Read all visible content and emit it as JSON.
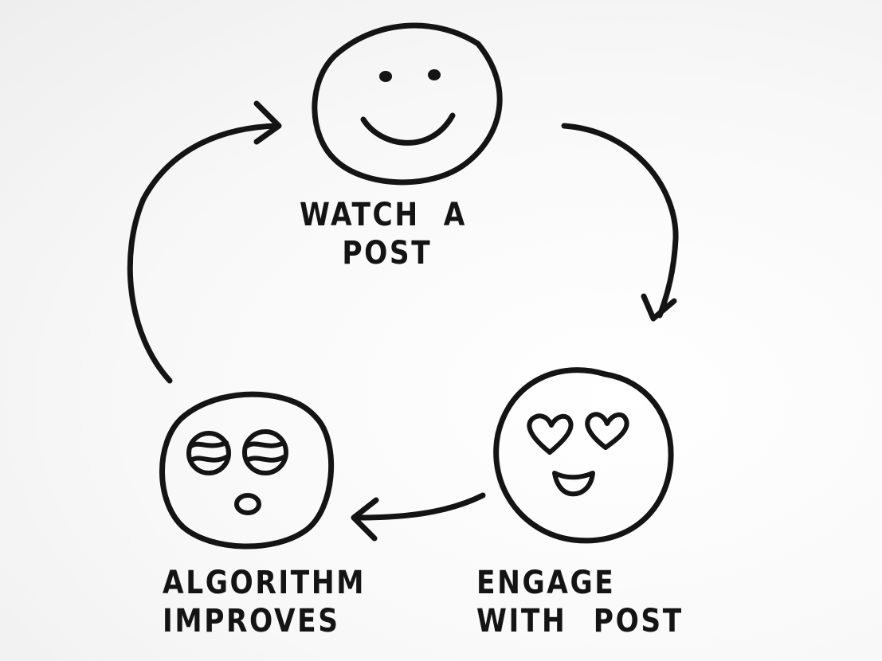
{
  "diagram": {
    "type": "cycle",
    "nodes": [
      {
        "id": "watch",
        "face": "smiling-face-icon",
        "label_lines": [
          "WATCH A",
          "POST"
        ]
      },
      {
        "id": "engage",
        "face": "heart-eyes-face-icon",
        "label_lines": [
          "ENGAGE",
          "WITH POST"
        ]
      },
      {
        "id": "algorithm",
        "face": "dizzy-eyes-face-icon",
        "label_lines": [
          "ALGORITHM",
          "IMPROVES"
        ]
      }
    ],
    "edges": [
      {
        "from": "watch",
        "to": "engage"
      },
      {
        "from": "engage",
        "to": "algorithm"
      },
      {
        "from": "algorithm",
        "to": "watch"
      }
    ],
    "ink_color": "#141414",
    "paper_color": "#f7f7f7"
  }
}
